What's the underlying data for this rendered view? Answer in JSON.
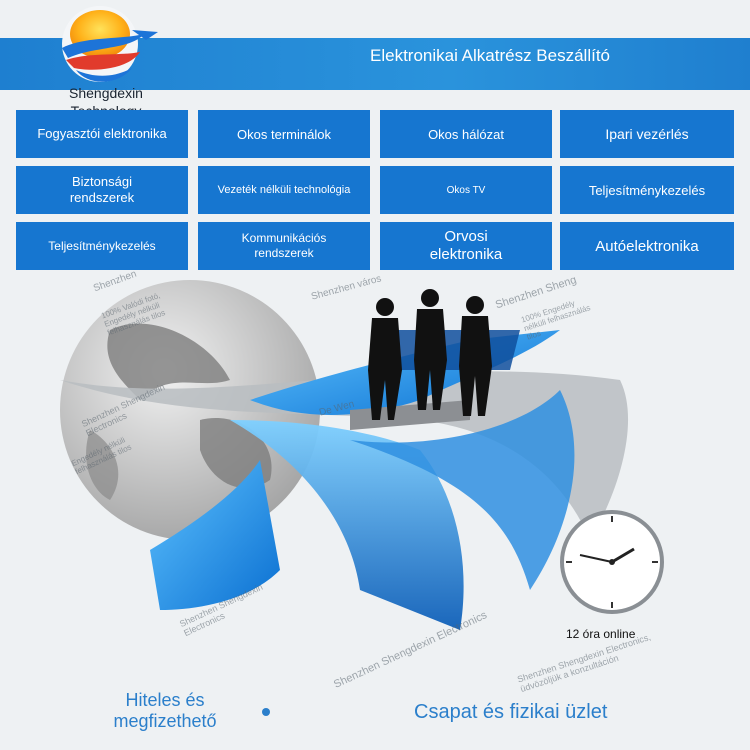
{
  "header": {
    "title": "Elektronikai Alkatrész Beszállító"
  },
  "logo": {
    "line1": "Shengdexin",
    "line2": "Technology",
    "icon": "sun-wave-logo"
  },
  "categories": [
    {
      "label": "Fogyasztói elektronika"
    },
    {
      "label": "Okos terminálok"
    },
    {
      "label": "Okos hálózat"
    },
    {
      "label": "Ipari vezérlés"
    },
    {
      "label": "Biztonsági rendszerek"
    },
    {
      "label": "Vezeték nélküli technológia"
    },
    {
      "label": "Okos TV"
    },
    {
      "label": "Teljesítménykezelés"
    },
    {
      "label": "Teljesítménykezelés"
    },
    {
      "label": "Kommunikációs rendszerek"
    },
    {
      "label": "Orvosi elektronika"
    },
    {
      "label": "Autóelektronika"
    }
  ],
  "watermarks": [
    "Shenzhen",
    "100% Valódi fotó, Engedély nélküli felhasználás tilos",
    "Shenzhen város",
    "Shenzhen Sheng",
    "100% Engedély nélküli felhasználás tilos",
    "Shenzhen Shengdexin Electronics",
    "Engedély nélküli felhasználás tilos",
    "De Wen",
    "Shenzhen Shengdexin Electronics",
    "Shenzhen Shengdexin Electronics",
    "Shenzhen Shengdexin Electronics, üdvözöljük a konzultáción"
  ],
  "clock": {
    "caption": "12 óra online"
  },
  "footer": {
    "left_line1": "Hiteles és",
    "left_line2": "megfizethető",
    "right": "Csapat és fizikai üzlet"
  },
  "colors": {
    "primary": "#1676d0",
    "accent": "#2b7fcb",
    "header": "#2a93dc"
  }
}
